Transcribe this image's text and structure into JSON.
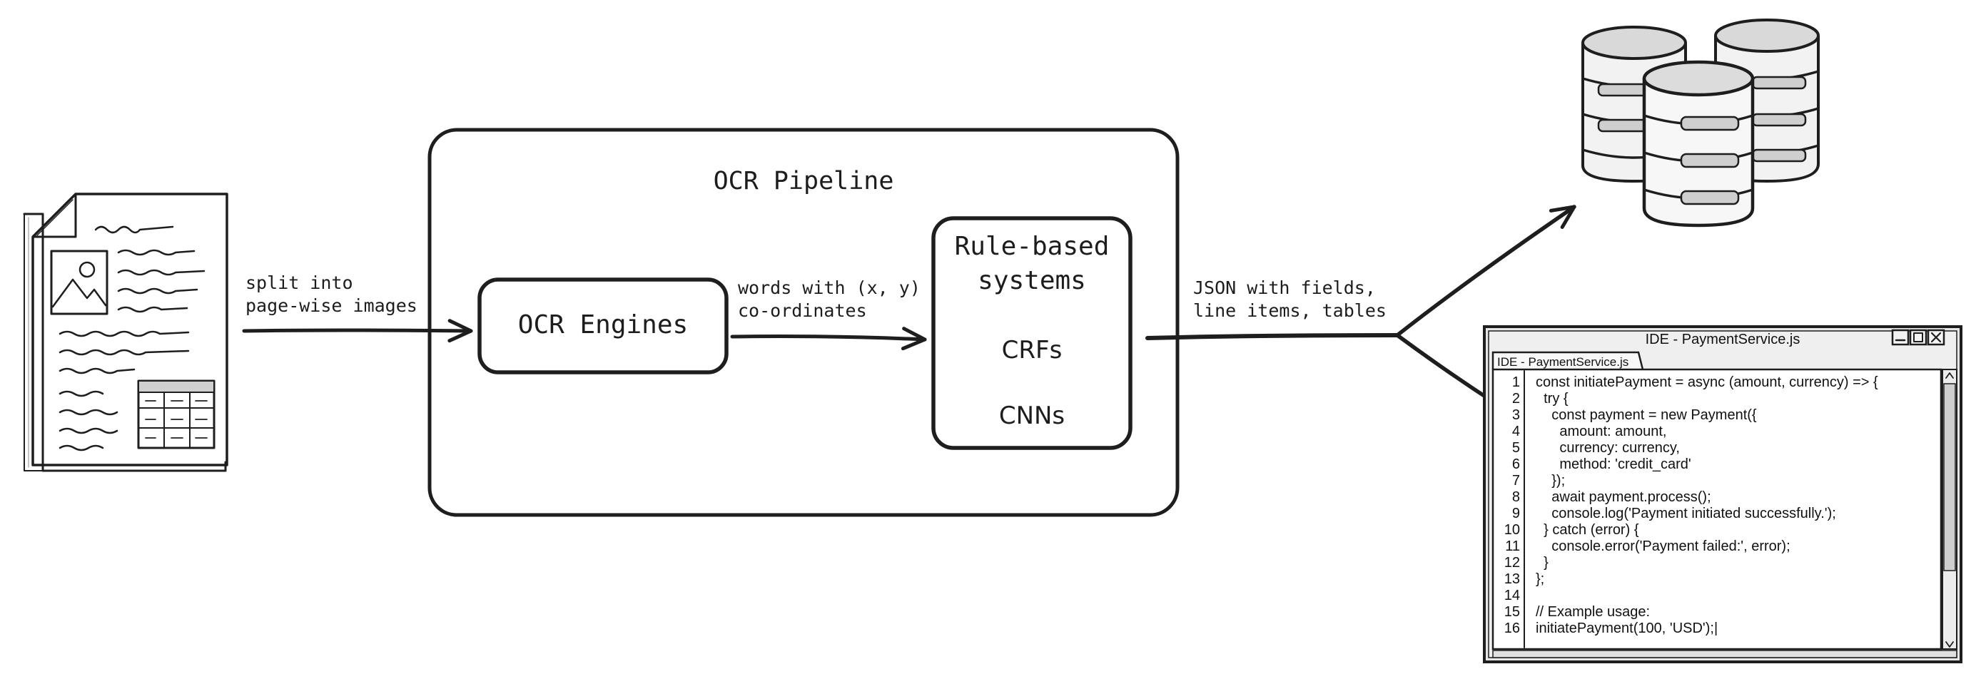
{
  "pipeline": {
    "title": "OCR Pipeline",
    "engines_label": "OCR Engines",
    "rules_box": {
      "line1": "Rule-based",
      "line2": "systems",
      "item_crfs": "CRFs",
      "item_cnns": "CNNs"
    }
  },
  "edges": {
    "split_line1": "split into",
    "split_line2": "page-wise images",
    "words_line1": "words with (x, y)",
    "words_line2": "co-ordinates",
    "json_line1": "JSON with fields,",
    "json_line2": "line items, tables"
  },
  "ide": {
    "window_title": "IDE - PaymentService.js",
    "tab_label": "IDE - PaymentService.js",
    "lines": [
      {
        "n": "1",
        "code": "const initiatePayment = async (amount, currency) => {"
      },
      {
        "n": "2",
        "code": "  try {"
      },
      {
        "n": "3",
        "code": "    const payment = new Payment({"
      },
      {
        "n": "4",
        "code": "      amount: amount,"
      },
      {
        "n": "5",
        "code": "      currency: currency,"
      },
      {
        "n": "6",
        "code": "      method: 'credit_card'"
      },
      {
        "n": "7",
        "code": "    });"
      },
      {
        "n": "8",
        "code": "    await payment.process();"
      },
      {
        "n": "9",
        "code": "    console.log('Payment initiated successfully.');"
      },
      {
        "n": "10",
        "code": "  } catch (error) {"
      },
      {
        "n": "11",
        "code": "    console.error('Payment failed:', error);"
      },
      {
        "n": "12",
        "code": "  }"
      },
      {
        "n": "13",
        "code": "};"
      },
      {
        "n": "14",
        "code": ""
      },
      {
        "n": "15",
        "code": "// Example usage:"
      },
      {
        "n": "16",
        "code": "initiatePayment(100, 'USD');|"
      }
    ]
  },
  "icons": {
    "document": "document-icon",
    "database": "database-icon",
    "ide": "code-editor-icon"
  }
}
